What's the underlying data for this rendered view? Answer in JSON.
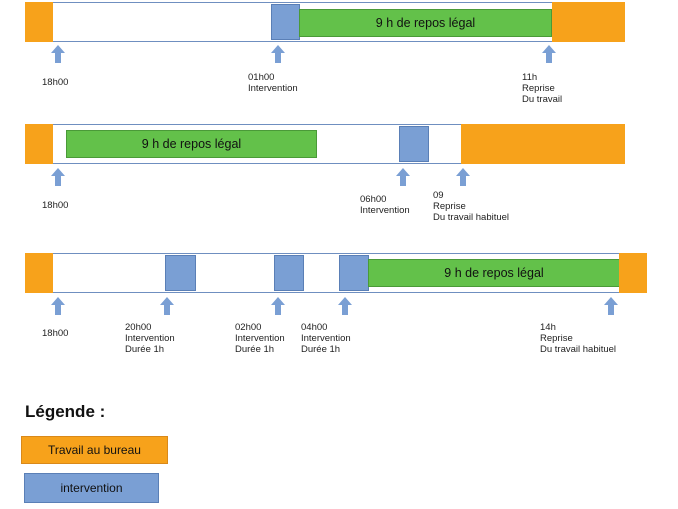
{
  "rest_label": "9 h de repos légal",
  "colors": {
    "work": "#f7a21b",
    "intervention": "#7a9fd4",
    "rest": "#63c14a"
  },
  "timeline1": {
    "labels": [
      "18h00",
      "01h00\nIntervention",
      "11h\nReprise\nDu travail"
    ]
  },
  "timeline2": {
    "labels": [
      "18h00",
      "06h00\nIntervention",
      "09\nReprise\nDu travail habituel"
    ]
  },
  "timeline3": {
    "labels": [
      "18h00",
      "20h00\nIntervention\nDurée 1h",
      "02h00\nIntervention\nDurée 1h",
      "04h00\nIntervention\nDurée 1h",
      "14h\nReprise\nDu travail habituel"
    ]
  },
  "legend": {
    "title": "Légende :",
    "work_label": "Travail au bureau",
    "intervention_label": "intervention"
  }
}
